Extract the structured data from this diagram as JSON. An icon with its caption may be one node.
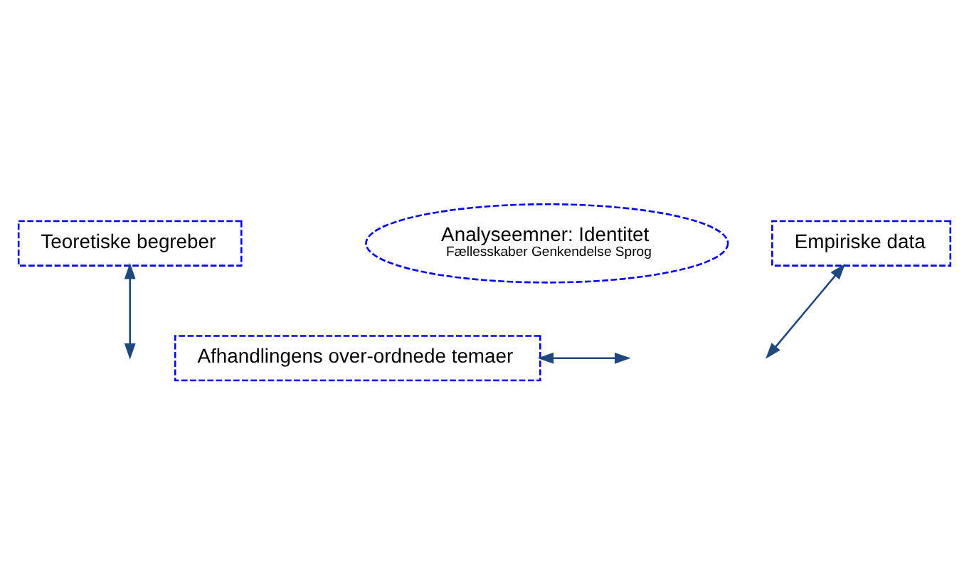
{
  "diagram": {
    "nodes": [
      {
        "text": [
          "Teoretiske begreber"
        ]
      },
      {
        "text": [
          "Analyseemner: Identitet",
          "Fællesskaber Genkendelse Sprog"
        ]
      },
      {
        "text": [
          "Empiriske data"
        ]
      },
      {
        "text": [
          "Afhandlingens over-ordnede temaer"
        ]
      }
    ],
    "edges": [
      {
        "from": 0,
        "to": null,
        "arrow": "both"
      },
      {
        "from": 2,
        "to": null,
        "arrow": "both"
      },
      {
        "from": 3,
        "to": null,
        "arrow": "both"
      }
    ]
  }
}
